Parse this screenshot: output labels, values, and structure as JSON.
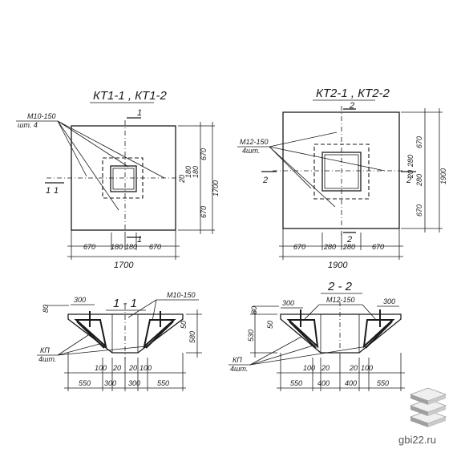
{
  "plan_left": {
    "title": "КТ1-1 , КТ1-2",
    "mesh_label": "М10-150",
    "mesh_count": "шт. 4",
    "cut_mark": "1",
    "section_mark": "1",
    "dims_bottom": [
      "670",
      "180",
      "180",
      "670"
    ],
    "dim_total": "1700",
    "dims_right": [
      "670",
      "180",
      "180",
      "670"
    ],
    "dim_right_total": "1700",
    "dim_inner": "20"
  },
  "plan_right": {
    "title": "КТ2-1 , КТ2-2",
    "mesh_label": "М12-150",
    "mesh_count": "4шт.",
    "cut_mark": "2",
    "section_mark": "2",
    "dims_bottom": [
      "670",
      "280",
      "280",
      "670"
    ],
    "dim_total": "1900",
    "dims_right": [
      "670",
      "280",
      "280",
      "670"
    ],
    "dim_right_total": "1900",
    "dim_inner": "20"
  },
  "section_left": {
    "title": "1 - 1",
    "mesh_label": "М10-150",
    "cage_label": "КП",
    "cage_count": "4шт.",
    "dim_top": "300",
    "dim_cover": "80",
    "dim_side": [
      "50",
      "580"
    ],
    "dims_small": [
      "100",
      "20",
      "20",
      "100"
    ],
    "dims_bottom": [
      "550",
      "300",
      "300",
      "550"
    ]
  },
  "section_right": {
    "title": "2 - 2",
    "mesh_label": "М12-150",
    "cage_label": "КП",
    "cage_count": "4шт.",
    "dim_top_left": "300",
    "dim_top_right": "300",
    "dim_cover": "80",
    "dim_side": [
      "50",
      "530"
    ],
    "dims_small": [
      "100",
      "20",
      "20",
      "100"
    ],
    "dims_bottom": [
      "550",
      "400",
      "400",
      "550"
    ]
  },
  "watermark": {
    "site": "gbi22.ru",
    "colors": [
      "#b8b8b8",
      "#d4d4d4",
      "#efefef"
    ]
  }
}
